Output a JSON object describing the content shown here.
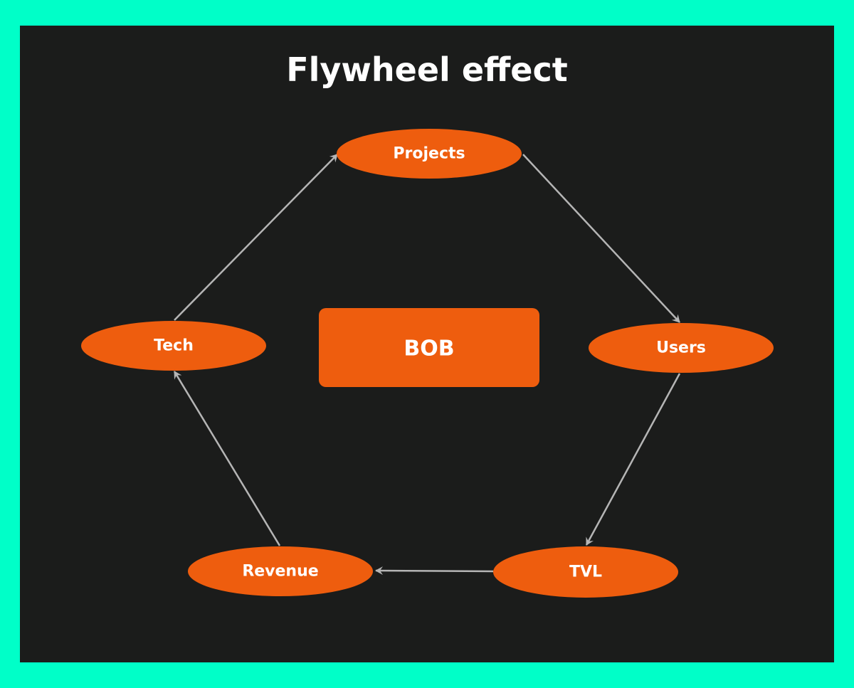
{
  "title": "Flywheel effect",
  "colors": {
    "border": "#00ffc8",
    "background": "#1b1c1b",
    "node_fill": "#ee5d0e",
    "edge": "#b5b5b5",
    "text": "#ffffff"
  },
  "center": {
    "label": "BOB"
  },
  "nodes": [
    {
      "id": "projects",
      "label": "Projects"
    },
    {
      "id": "users",
      "label": "Users"
    },
    {
      "id": "tvl",
      "label": "TVL"
    },
    {
      "id": "revenue",
      "label": "Revenue"
    },
    {
      "id": "tech",
      "label": "Tech"
    }
  ],
  "edges": [
    {
      "from": "projects",
      "to": "users"
    },
    {
      "from": "users",
      "to": "tvl"
    },
    {
      "from": "tvl",
      "to": "revenue"
    },
    {
      "from": "revenue",
      "to": "tech"
    },
    {
      "from": "tech",
      "to": "projects"
    }
  ]
}
